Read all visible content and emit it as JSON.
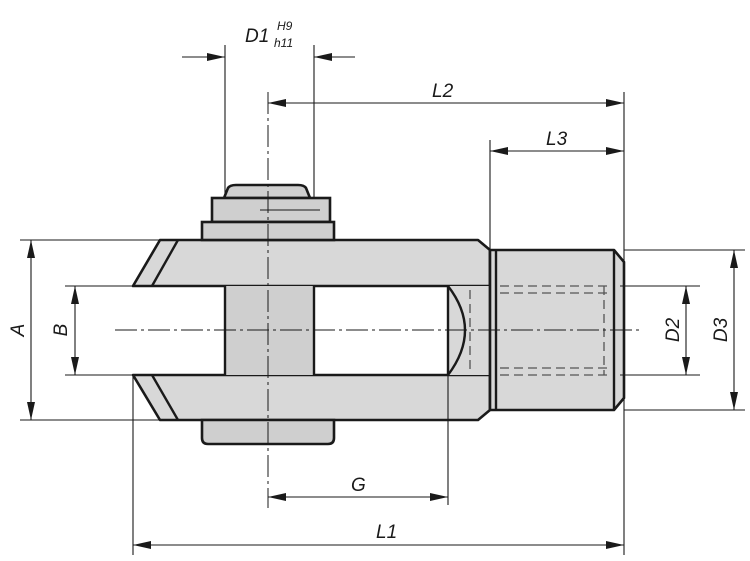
{
  "dimensions": {
    "d1_base": "D1",
    "d1_sup": "H9",
    "d1_sub": "h11",
    "l2": "L2",
    "l3": "L3",
    "a": "A",
    "b": "B",
    "d2": "D2",
    "d3": "D3",
    "g": "G",
    "l1": "L1"
  }
}
